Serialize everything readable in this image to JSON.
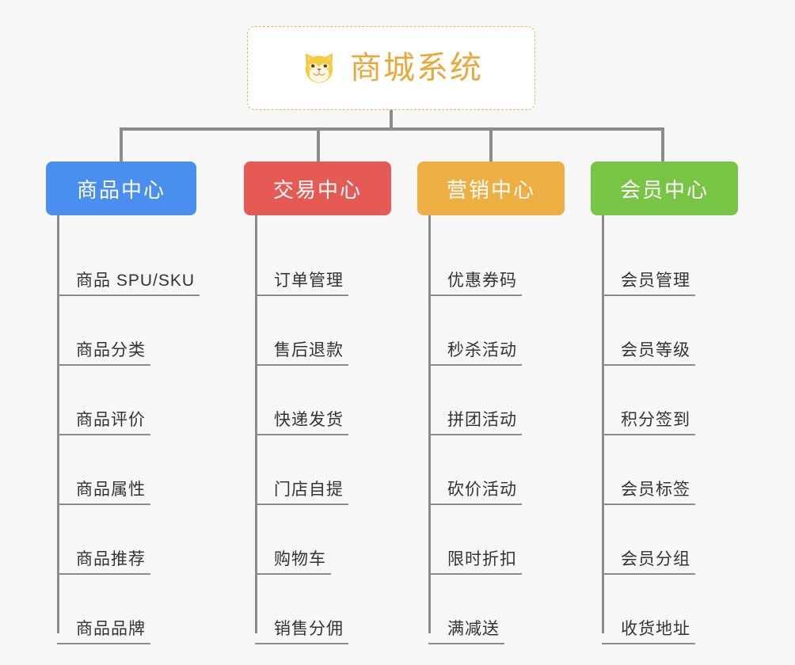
{
  "diagram": {
    "type": "tree",
    "background_color": "#f7f7f7",
    "connector_color": "#8c8c8c",
    "root": {
      "title": "商城系统",
      "icon": "shiba-dog-face-icon",
      "text_color": "#e8a93a",
      "border_color": "#e9b54d",
      "background_color": "#ffffff",
      "border_style": "dashed"
    },
    "columns": [
      {
        "label": "商品中心",
        "color": "#4a8ef0",
        "leaves": [
          "商品 SPU/SKU",
          "商品分类",
          "商品评价",
          "商品属性",
          "商品推荐",
          "商品品牌"
        ]
      },
      {
        "label": "交易中心",
        "color": "#e65a55",
        "leaves": [
          "订单管理",
          "售后退款",
          "快递发货",
          "门店自提",
          "购物车",
          "销售分佣"
        ]
      },
      {
        "label": "营销中心",
        "color": "#edae43",
        "leaves": [
          "优惠券码",
          "秒杀活动",
          "拼团活动",
          "砍价活动",
          "限时折扣",
          "满减送"
        ]
      },
      {
        "label": "会员中心",
        "color": "#78c445",
        "leaves": [
          "会员管理",
          "会员等级",
          "积分签到",
          "会员标签",
          "会员分组",
          "收货地址"
        ]
      }
    ]
  }
}
